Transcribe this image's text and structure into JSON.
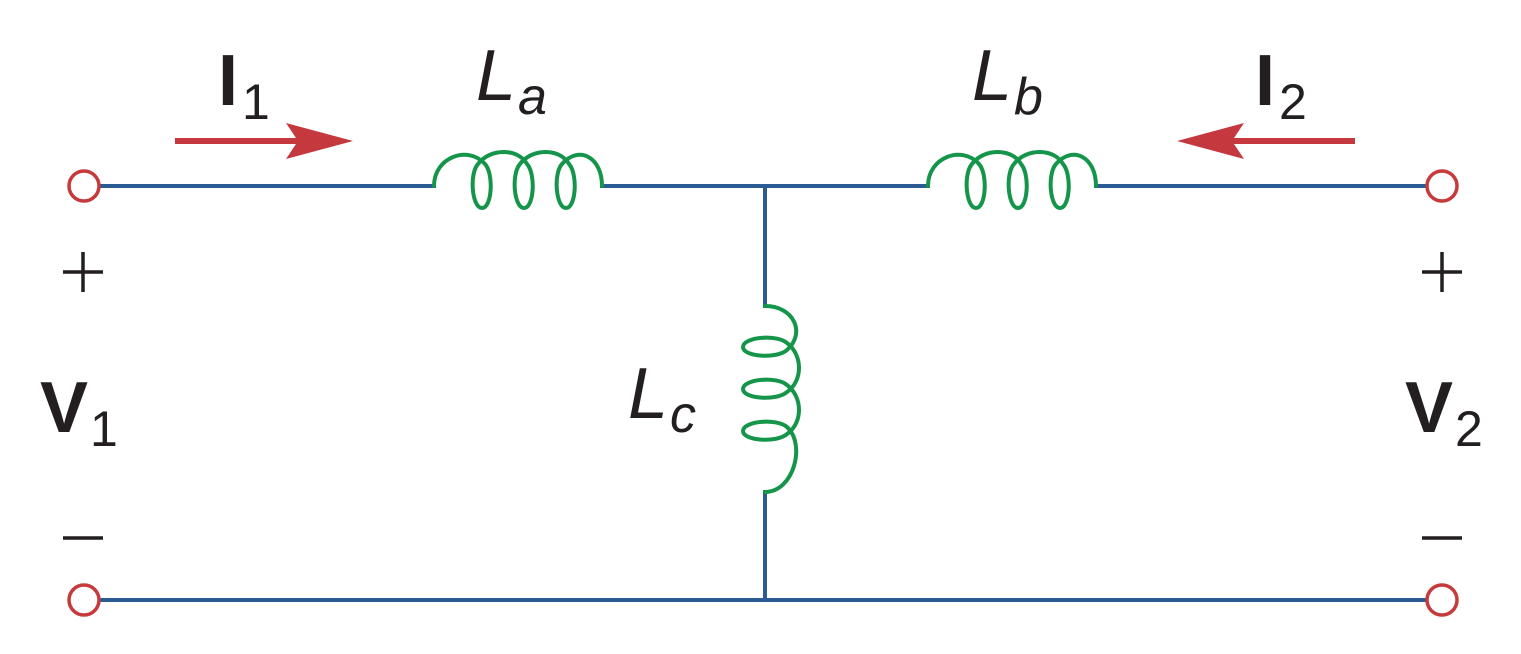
{
  "colors": {
    "wire": "#2a5c93",
    "inductor": "#14954a",
    "terminal": "#c73a3c",
    "current_arrow": "#c4383e",
    "text": "#231f20"
  },
  "labels": {
    "I1": {
      "main": "I",
      "sub": "1"
    },
    "I2": {
      "main": "I",
      "sub": "2"
    },
    "La": {
      "main": "L",
      "sub": "a"
    },
    "Lb": {
      "main": "L",
      "sub": "b"
    },
    "Lc": {
      "main": "L",
      "sub": "c"
    },
    "V1": {
      "main": "V",
      "sub": "1"
    },
    "V2": {
      "main": "V",
      "sub": "2"
    }
  }
}
